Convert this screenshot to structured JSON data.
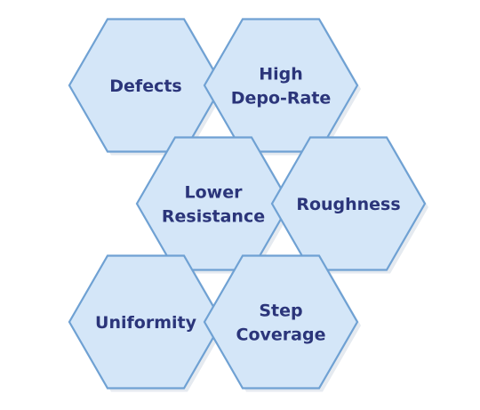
{
  "diagram": {
    "colors": {
      "fill": "#d4e6f8",
      "stroke": "#6fa1d3",
      "text": "#2b357a",
      "shadow": "#cfd8e3"
    },
    "cells": [
      {
        "id": "defects",
        "lines": [
          "Defects"
        ]
      },
      {
        "id": "high-depo-rate",
        "lines": [
          "High",
          "Depo-Rate"
        ]
      },
      {
        "id": "lower-resistance",
        "lines": [
          "Lower",
          "Resistance"
        ]
      },
      {
        "id": "roughness",
        "lines": [
          "Roughness"
        ]
      },
      {
        "id": "uniformity",
        "lines": [
          "Uniformity"
        ]
      },
      {
        "id": "step-coverage",
        "lines": [
          "Step",
          "Coverage"
        ]
      }
    ]
  }
}
